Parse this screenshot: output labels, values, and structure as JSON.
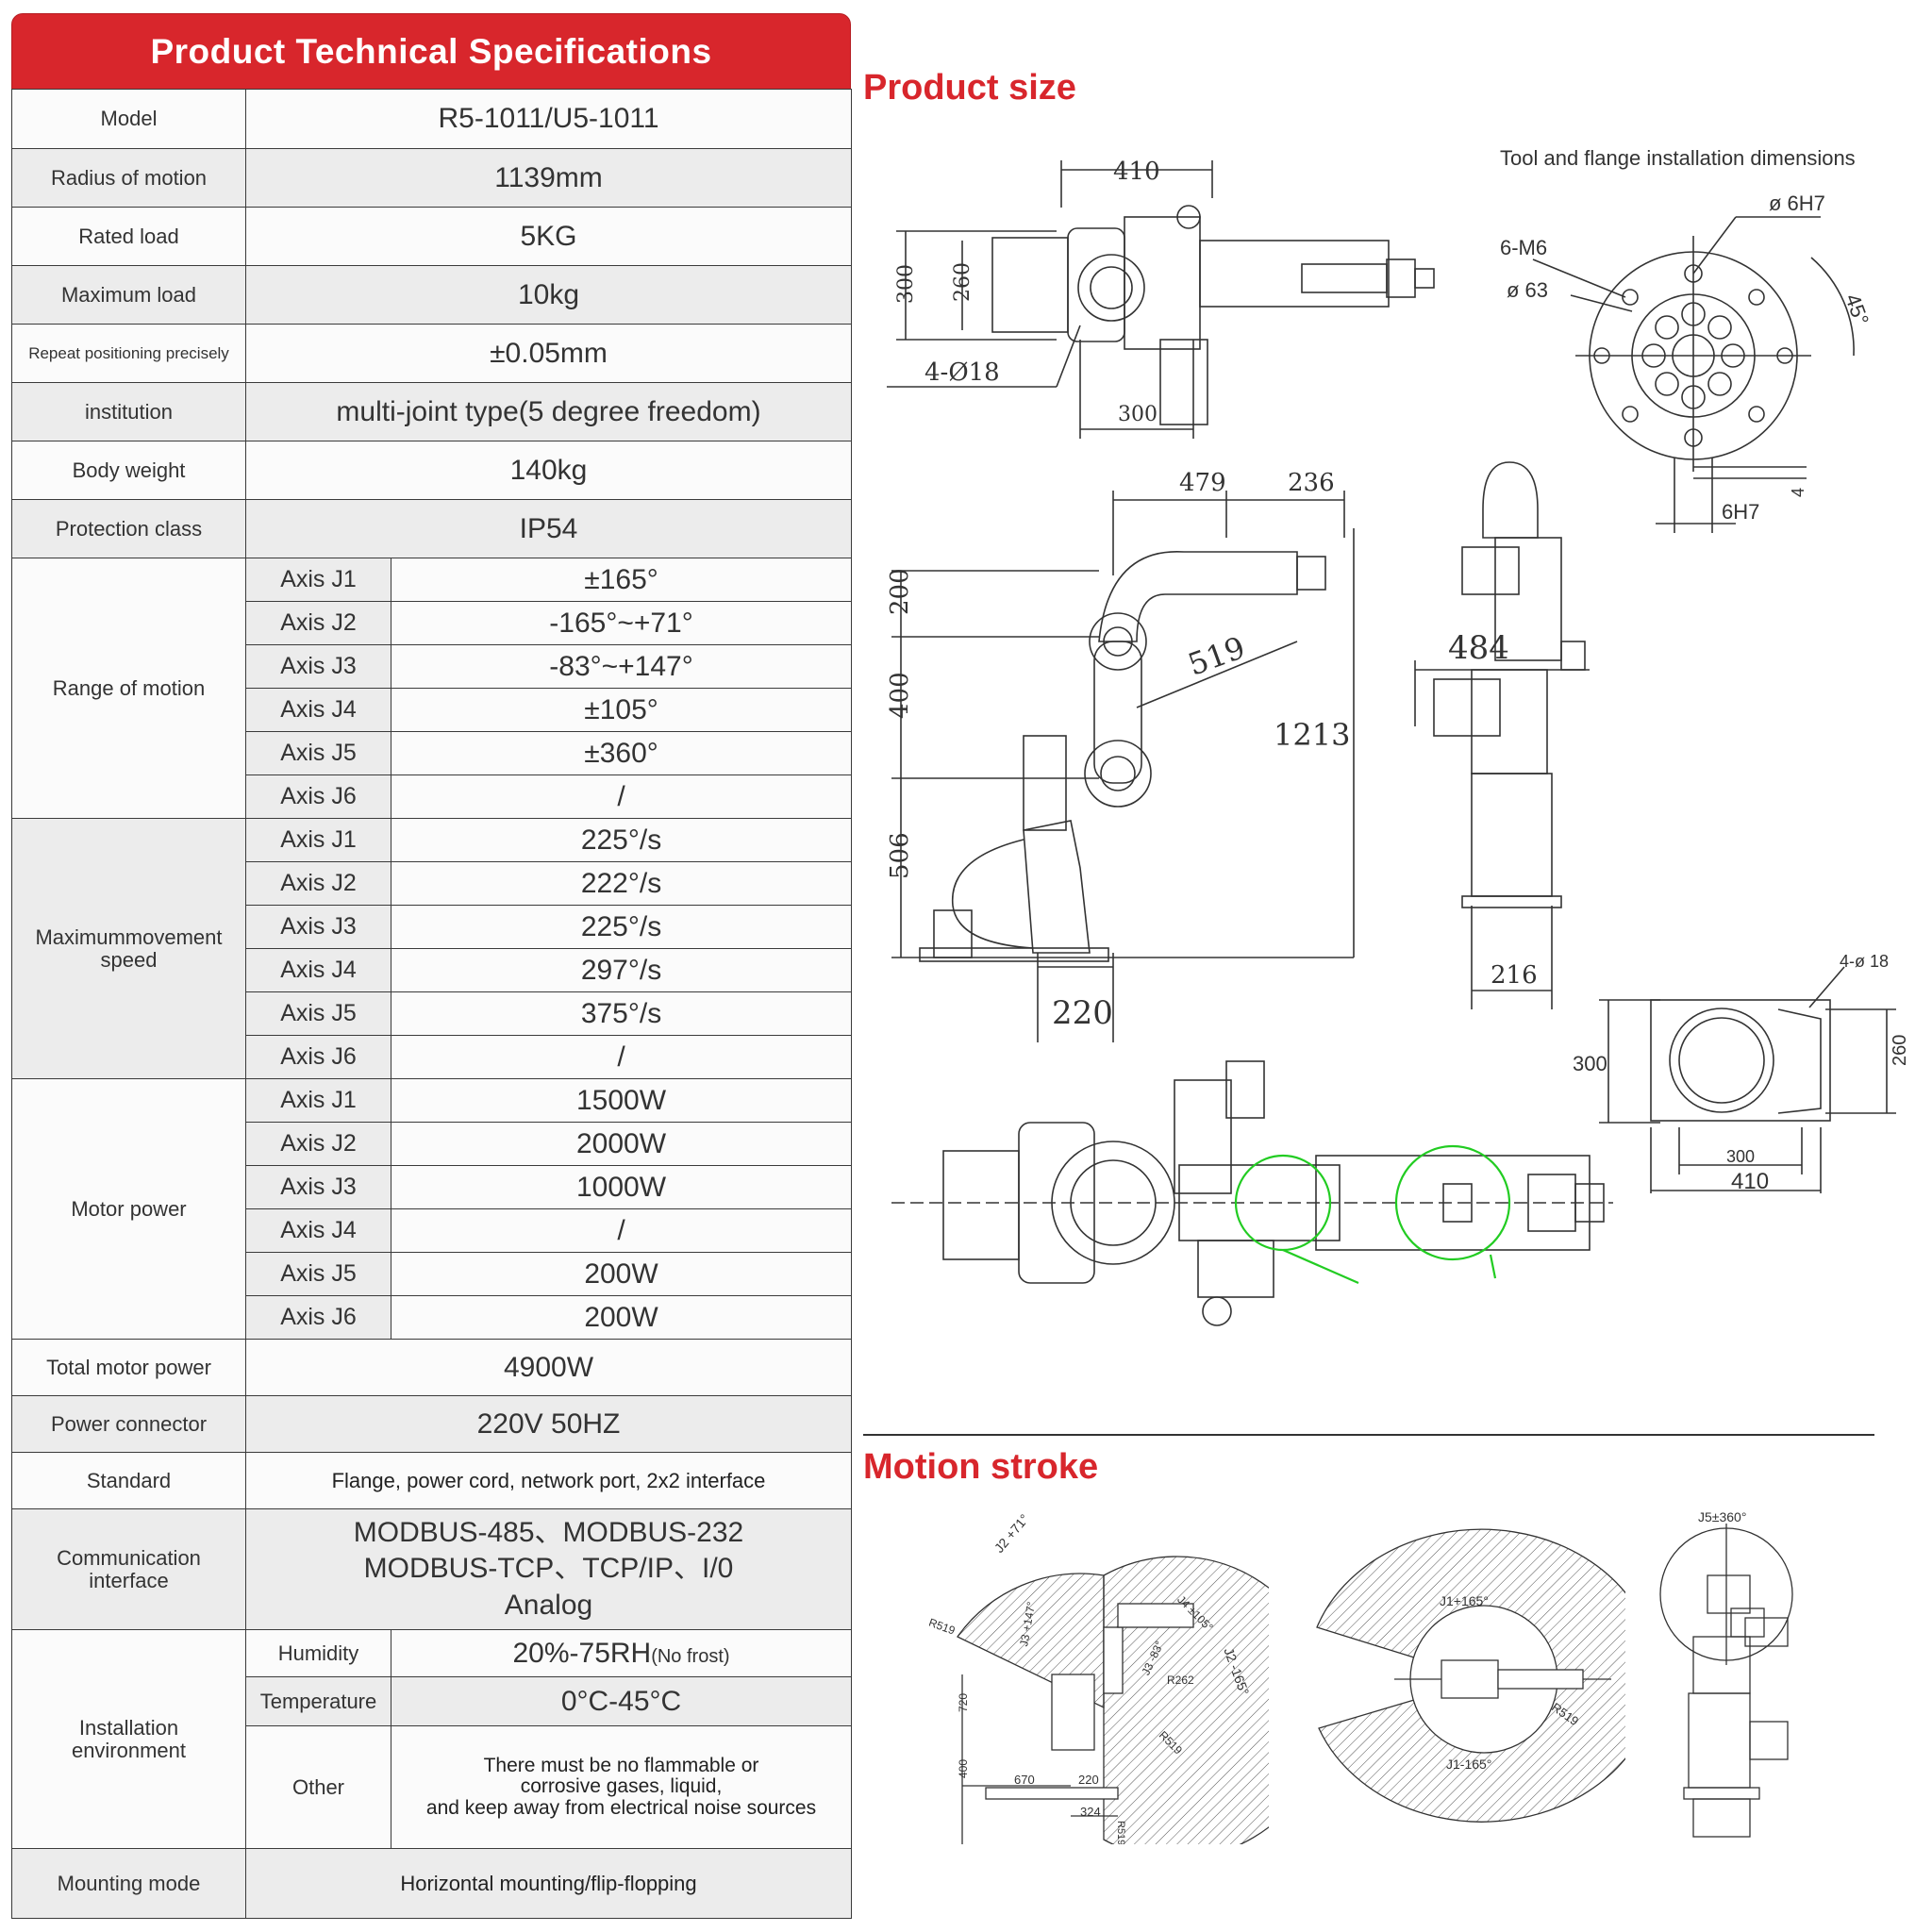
{
  "header": {
    "title": "Product Technical Specifications"
  },
  "specs": {
    "model": {
      "label": "Model",
      "value": "R5-1011/U5-1011"
    },
    "radius": {
      "label": "Radius of motion",
      "value": "1139mm"
    },
    "rated_load": {
      "label": "Rated load",
      "value": "5KG"
    },
    "max_load": {
      "label": "Maximum load",
      "value": "10kg"
    },
    "repeat": {
      "label": "Repeat positioning precisely",
      "value": "±0.05mm"
    },
    "institution": {
      "label": "institution",
      "value": "multi-joint type(5 degree freedom)"
    },
    "body_weight": {
      "label": "Body weight",
      "value": "140kg"
    },
    "protection": {
      "label": "Protection class",
      "value": "IP54"
    },
    "range_of_motion": {
      "label": "Range of motion",
      "axes": [
        "Axis J1",
        "Axis J2",
        "Axis J3",
        "Axis J4",
        "Axis J5",
        "Axis J6"
      ],
      "values": [
        "±165°",
        "-165°~+71°",
        "-83°~+147°",
        "±105°",
        "±360°",
        "/"
      ]
    },
    "max_speed": {
      "label_line1": "Maximummovement",
      "label_line2": "speed",
      "axes": [
        "Axis J1",
        "Axis J2",
        "Axis J3",
        "Axis J4",
        "Axis J5",
        "Axis J6"
      ],
      "values": [
        "225°/s",
        "222°/s",
        "225°/s",
        "297°/s",
        "375°/s",
        "/"
      ]
    },
    "motor_power": {
      "label": "Motor power",
      "axes": [
        "Axis J1",
        "Axis J2",
        "Axis J3",
        "Axis J4",
        "Axis J5",
        "Axis J6"
      ],
      "values": [
        "1500W",
        "2000W",
        "1000W",
        "/",
        "200W",
        "200W"
      ]
    },
    "total_power": {
      "label": "Total motor power",
      "value": "4900W"
    },
    "power_connector": {
      "label": "Power connector",
      "value": "220V 50HZ"
    },
    "standard": {
      "label": "Standard",
      "value": "Flange, power cord, network port, 2x2 interface"
    },
    "communication": {
      "label_line1": "Communication",
      "label_line2": "interface",
      "value_line1": "MODBUS-485、MODBUS-232",
      "value_line2": "MODBUS-TCP、TCP/IP、I/0",
      "value_line3": "Analog"
    },
    "installation": {
      "label_line1": "Installation",
      "label_line2": "environment",
      "humidity_label": "Humidity",
      "humidity_value": "20%-75RH",
      "humidity_note": "(No frost)",
      "temperature_label": "Temperature",
      "temperature_value": "0°C-45°C",
      "other_label": "Other",
      "other_line1": "There must be no flammable or",
      "other_line2": "corrosive gases, liquid,",
      "other_line3": "and keep away from electrical noise sources"
    },
    "mounting": {
      "label": "Mounting mode",
      "value": "Horizontal mounting/flip-flopping"
    }
  },
  "product_size": {
    "title": "Product size",
    "flange_caption": "Tool and flange installation dimensions",
    "top_view": {
      "d410": "410",
      "d300v": "300",
      "d260": "260",
      "d300h": "300",
      "holes": "4-Ø18"
    },
    "flange": {
      "phi6h7": "ø 6H7",
      "m6": "6-M6",
      "phi63": "ø 63",
      "angle": "45°",
      "d4": "4",
      "h7": "6H7"
    },
    "side_view": {
      "d479": "479",
      "d236": "236",
      "d200": "200",
      "d400": "400",
      "d506": "506",
      "d519": "519",
      "d1213": "1213",
      "d220": "220"
    },
    "front_view": {
      "d484": "484",
      "d216": "216"
    },
    "base_view": {
      "holes": "4-ø 18",
      "d300v": "300",
      "d260": "260",
      "d300h": "300",
      "d410": "410"
    }
  },
  "motion_stroke": {
    "title": "Motion stroke",
    "side": {
      "j2p": "J2 +71°",
      "j2m": "J2 -165°",
      "j3p": "J3 +147°",
      "j3m": "J3 -83°",
      "j4": "J4 ±105°",
      "r519a": "R519",
      "r519b": "R519",
      "r262": "R262",
      "d720": "720",
      "d400": "400",
      "d670": "670",
      "d220": "220",
      "d324": "324",
      "r519c": "R519"
    },
    "top": {
      "j1p": "J1+165°",
      "j1m": "J1-165°",
      "r519": "R519"
    },
    "front": {
      "j5": "J5±360°"
    }
  },
  "colors": {
    "accent": "#d8262c",
    "row_gray": "#ececec",
    "row_white": "#fbfbfb",
    "highlight": "#22cc22"
  }
}
